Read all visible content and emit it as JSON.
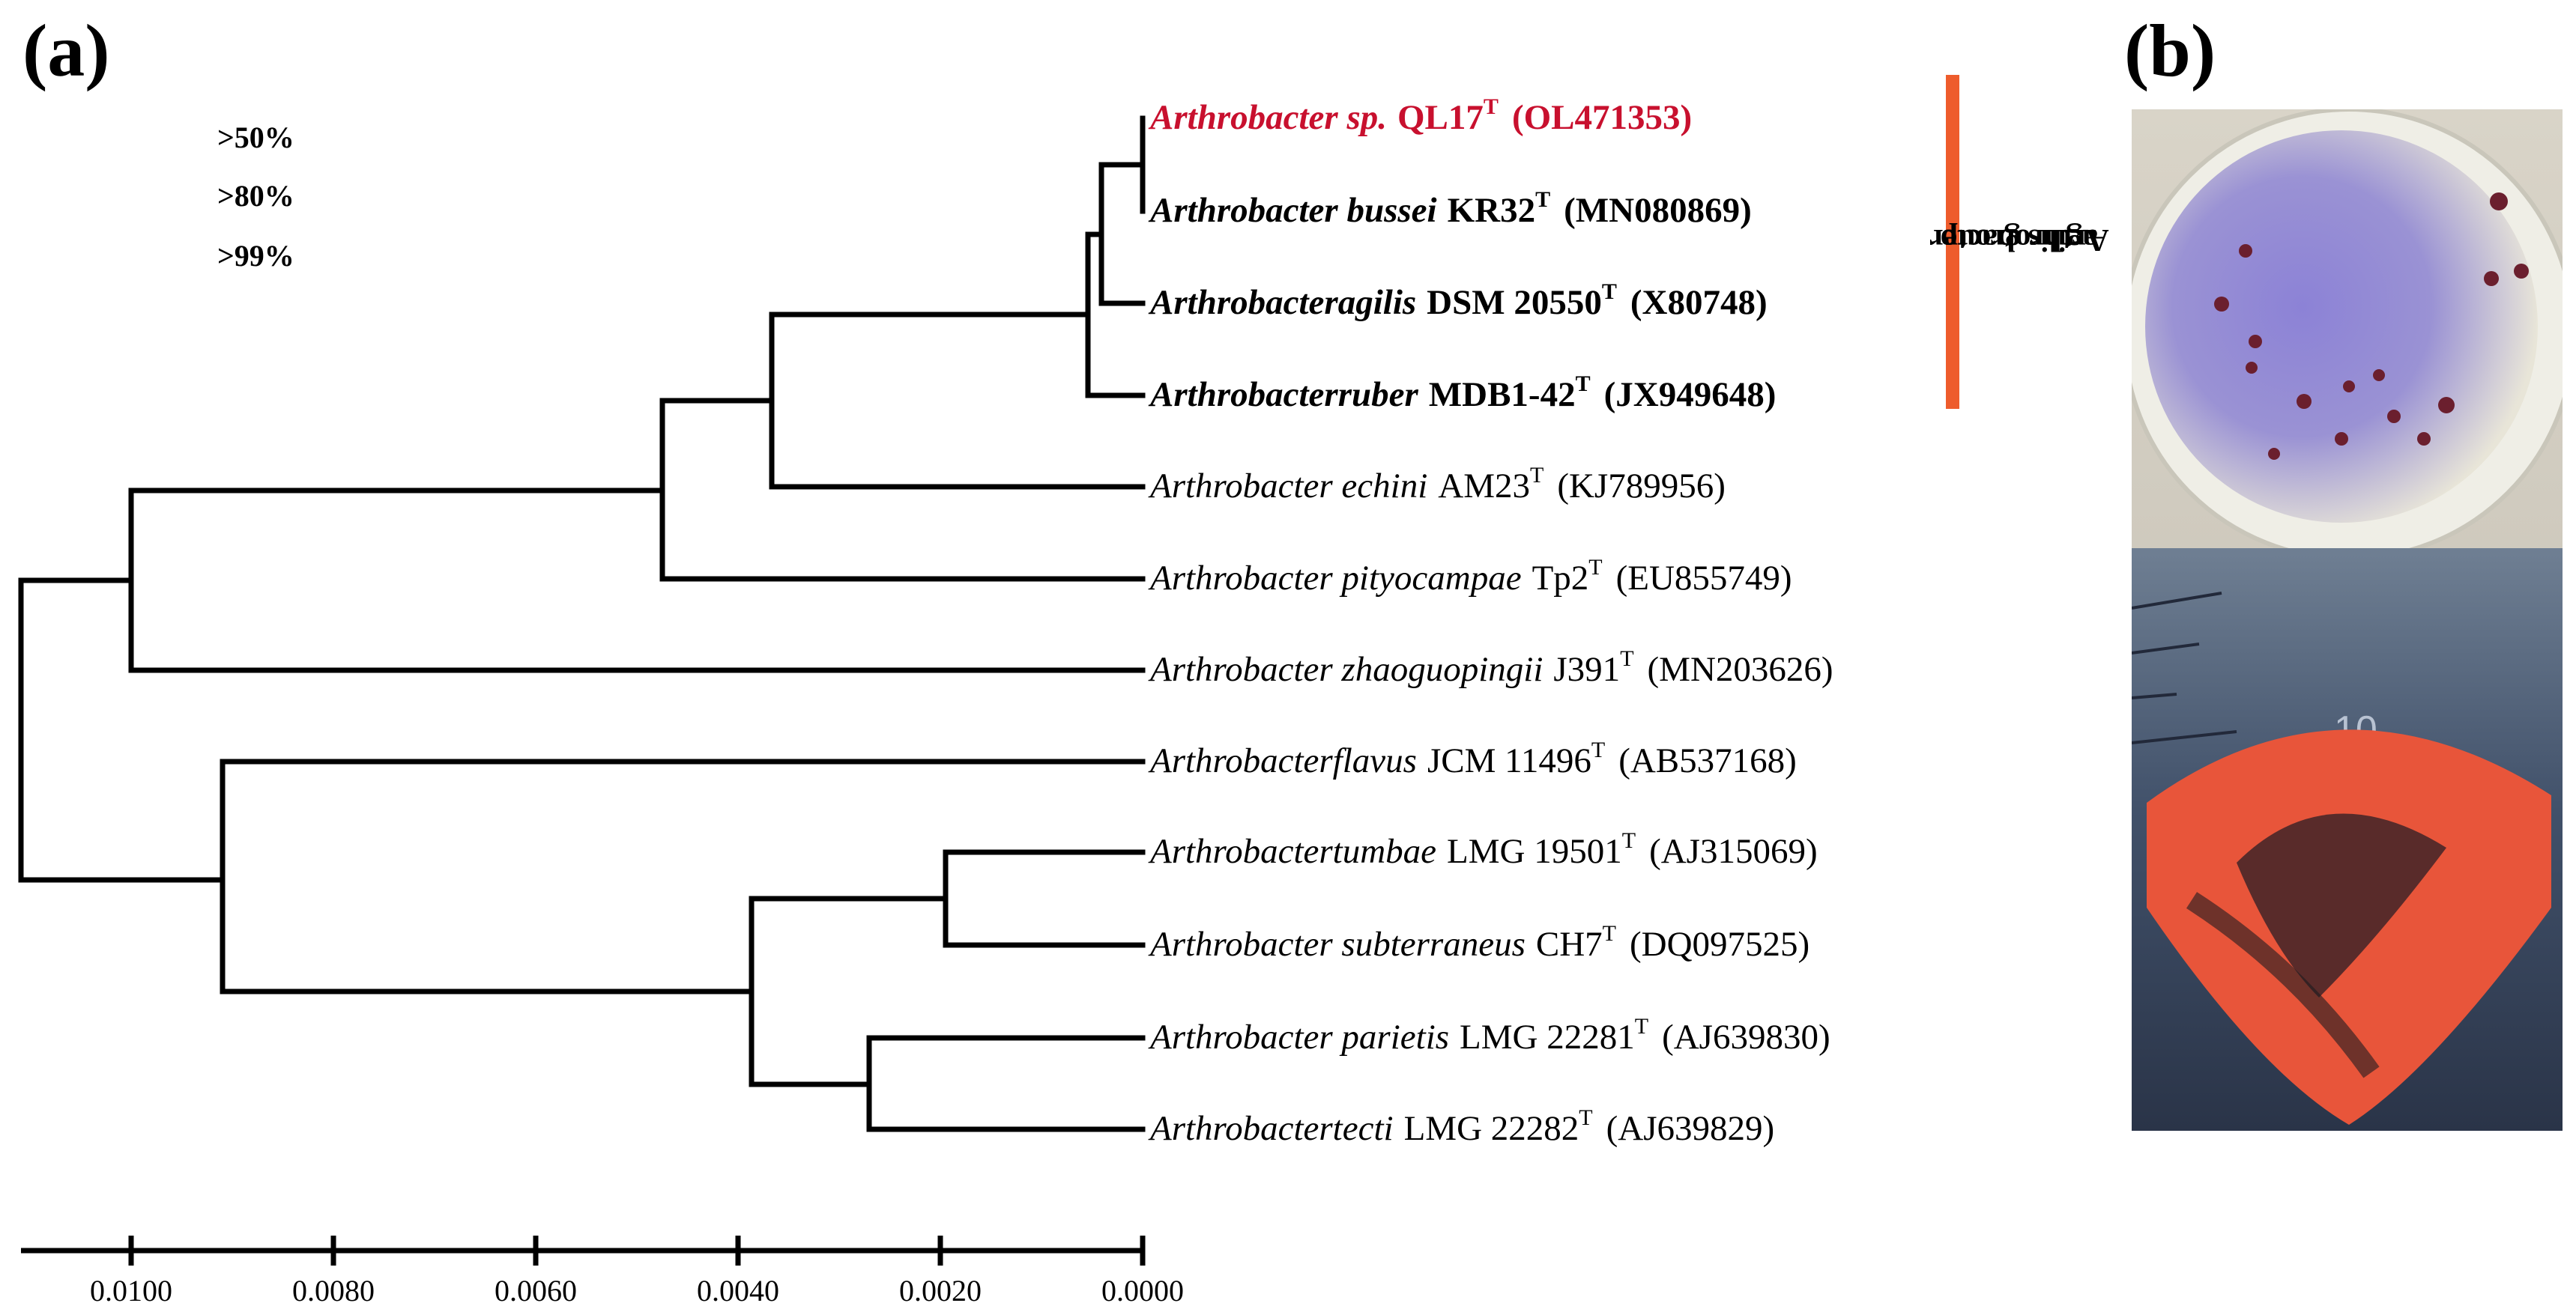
{
  "panels": {
    "a": "(a)",
    "b": "(b)"
  },
  "support_legend": [
    ">50%",
    ">80%",
    ">99%"
  ],
  "taxa": [
    {
      "genus": "Arthrobacter sp.",
      "strain": "QL17",
      "type_mark": "T",
      "accession": "(OL471353)",
      "style": "red"
    },
    {
      "genus": "Arthrobacter bussei",
      "strain": "KR32",
      "type_mark": "T",
      "accession": "(MN080869)",
      "style": "bold"
    },
    {
      "genus": "Arthrobacteragilis",
      "strain": "DSM  20550",
      "type_mark": "T",
      "accession": "(X80748)",
      "style": "bold"
    },
    {
      "genus": "Arthrobacterruber",
      "strain": "MDB1-42",
      "type_mark": "T",
      "accession": "(JX949648)",
      "style": "bold"
    },
    {
      "genus": "Arthrobacter echini",
      "strain": "AM23",
      "type_mark": "T",
      "accession": "(KJ789956)",
      "style": "normal"
    },
    {
      "genus": "Arthrobacter pityocampae",
      "strain": "Tp2",
      "type_mark": "T",
      "accession": "(EU855749)",
      "style": "normal"
    },
    {
      "genus": "Arthrobacter zhaoguopingii",
      "strain": "J391",
      "type_mark": "T",
      "accession": "(MN203626)",
      "style": "normal"
    },
    {
      "genus": "Arthrobacterflavus",
      "strain": "JCM  11496",
      "type_mark": "T",
      "accession": "(AB537168)",
      "style": "normal"
    },
    {
      "genus": "Arthrobactertumbae",
      "strain": "LMG  19501",
      "type_mark": "T",
      "accession": "(AJ315069)",
      "style": "normal"
    },
    {
      "genus": "Arthrobacter subterraneus",
      "strain": "CH7",
      "type_mark": "T",
      "accession": "(DQ097525)",
      "style": "normal"
    },
    {
      "genus": "Arthrobacter parietis",
      "strain": "LMG  22281",
      "type_mark": "T",
      "accession": "(AJ639830)",
      "style": "normal"
    },
    {
      "genus": "Arthrobactertecti",
      "strain": "LMG  22282",
      "type_mark": "T",
      "accession": "(AJ639829)",
      "style": "normal"
    }
  ],
  "group_label": {
    "line1": "Arthrobacter",
    "line2": "agilis group",
    "color": "#ee5c2c"
  },
  "scale_ticks": [
    "0.0100",
    "0.0080",
    "0.0060",
    "0.0040",
    "0.0020",
    "0.0000"
  ],
  "colors": {
    "highlight": "#c8102e",
    "branch": "#000000"
  }
}
